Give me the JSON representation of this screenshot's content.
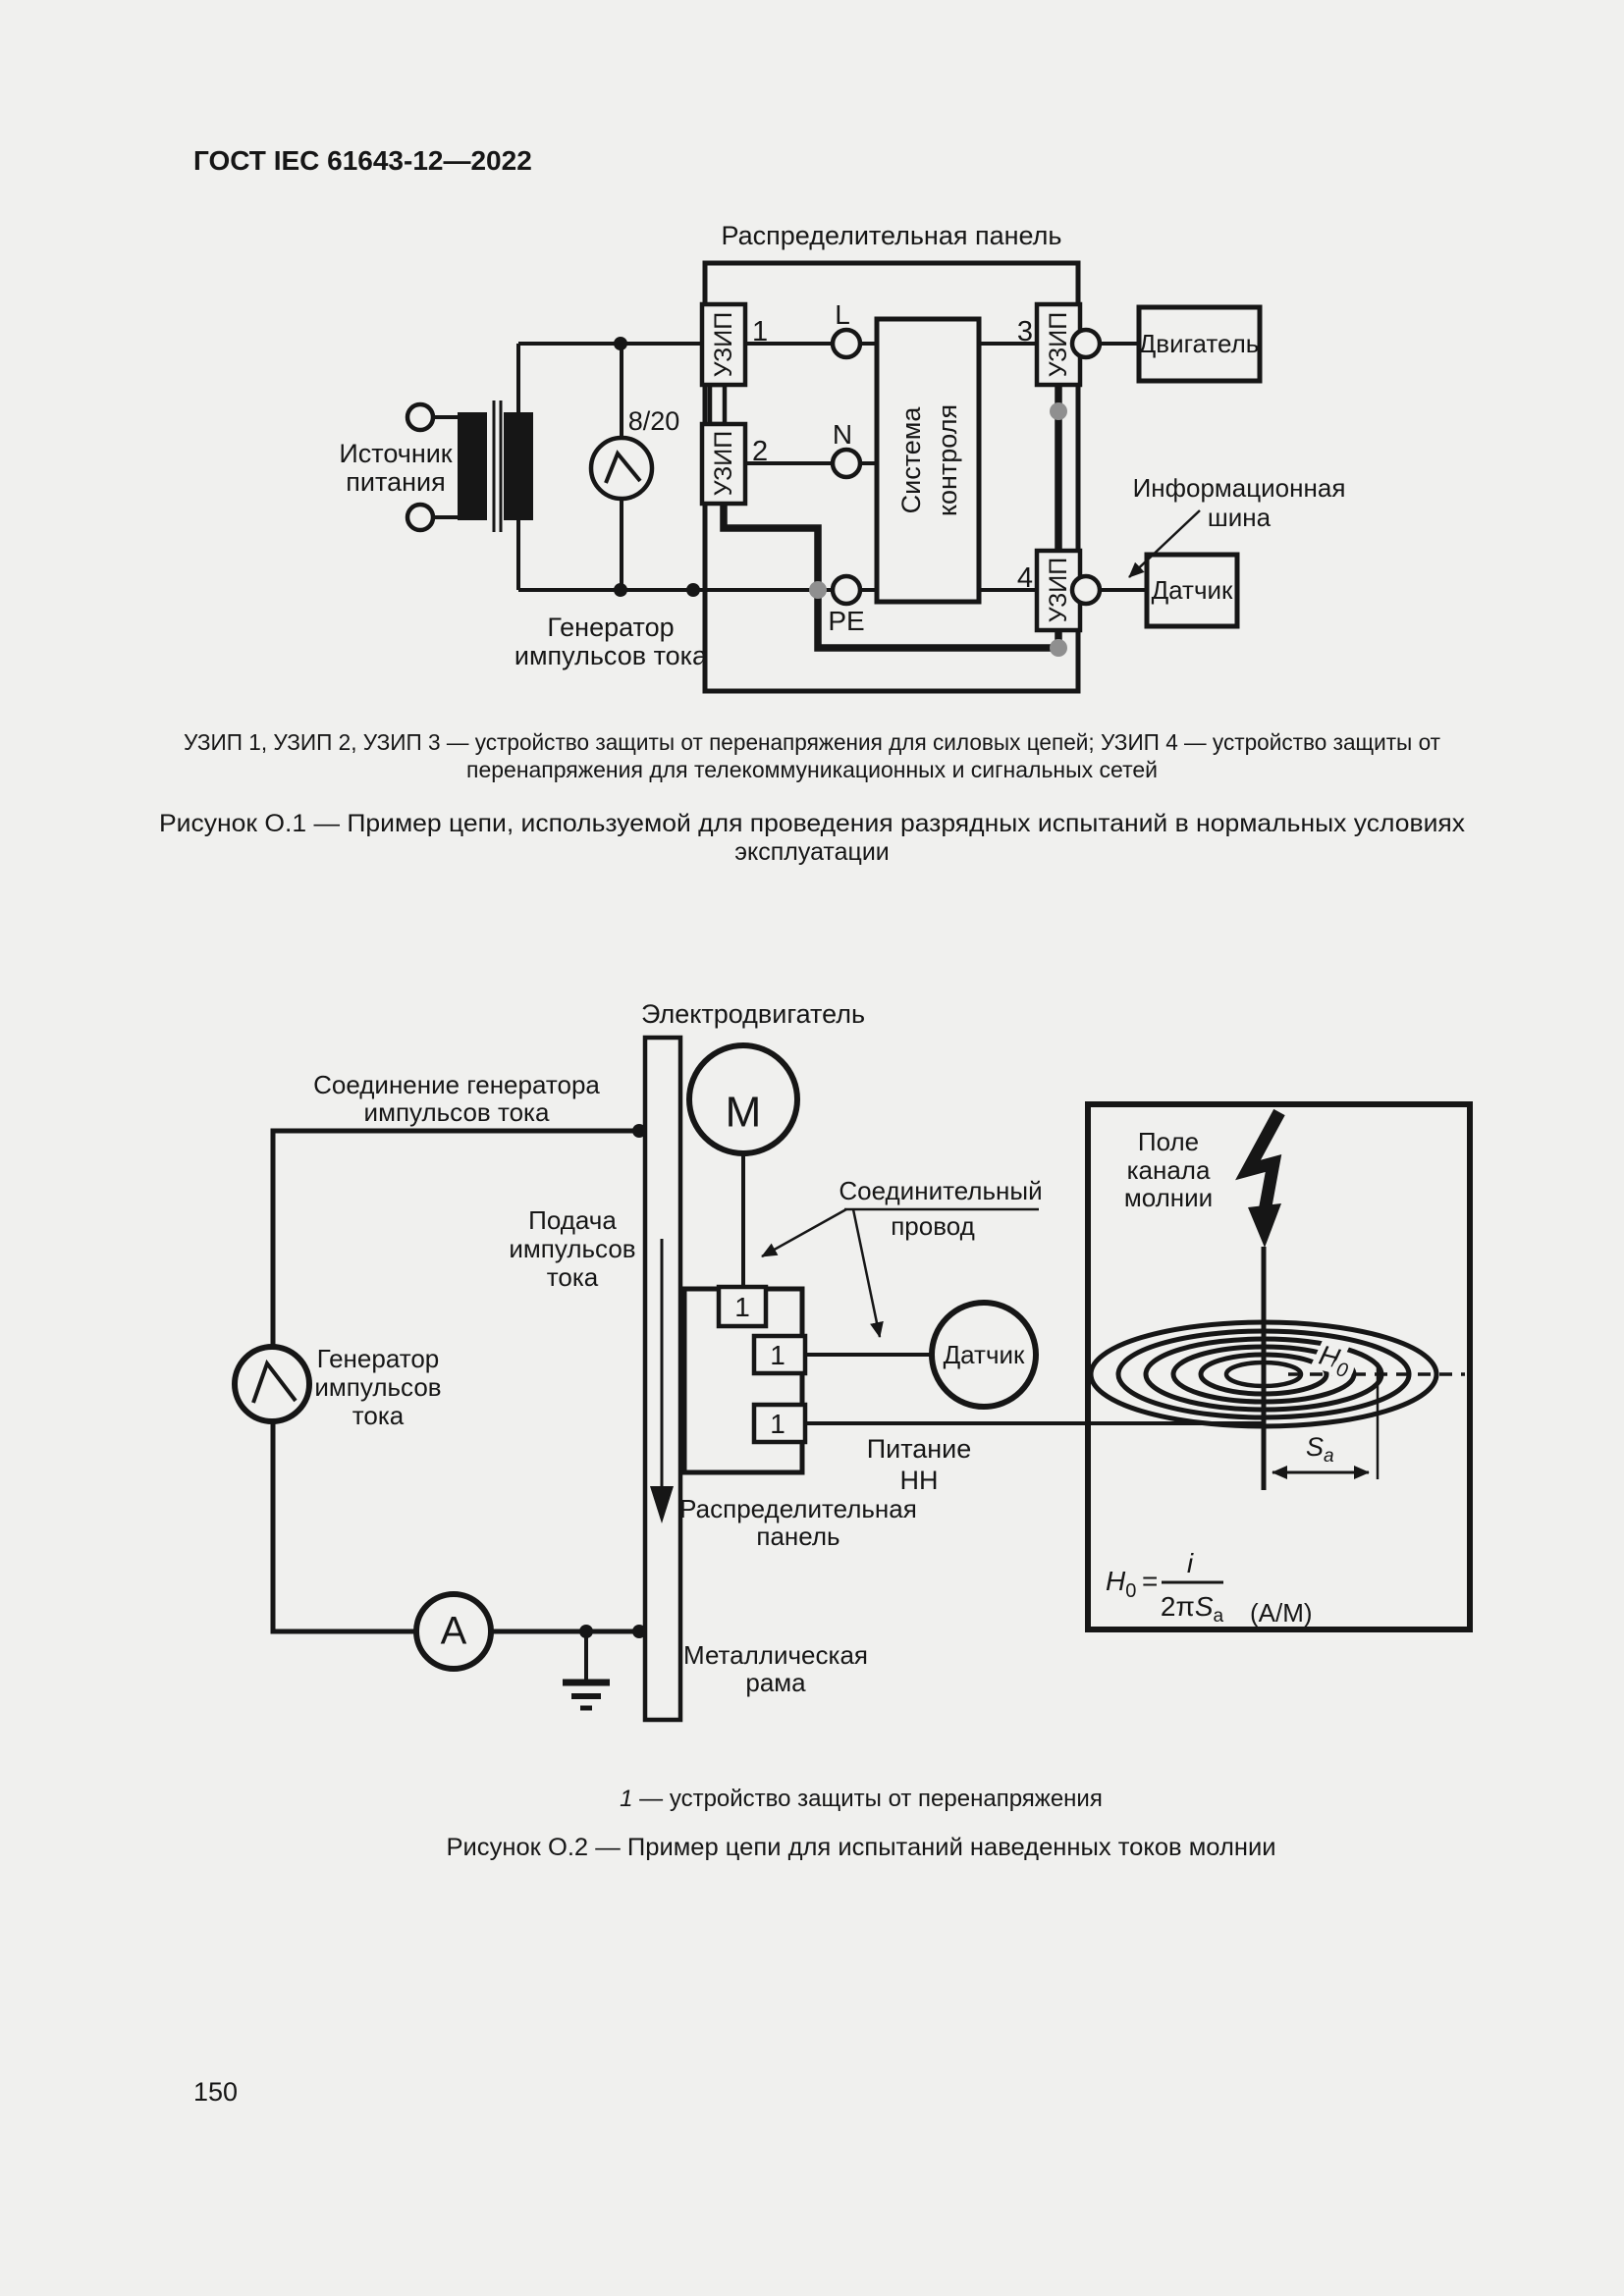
{
  "page": {
    "header": "ГОСТ IEC 61643-12—2022",
    "page_number": "150"
  },
  "fig1": {
    "panel_label": "Распределительная панель",
    "spd_text": "УЗИП",
    "spd1": "1",
    "spd2": "2",
    "spd3": "3",
    "spd4": "4",
    "line_l": "L",
    "line_n": "N",
    "line_pe": "PE",
    "control_system": {
      "line1": "Система",
      "line2": "контроля"
    },
    "power_source": {
      "line1": "Источник",
      "line2": "питания"
    },
    "impulse_waveform": "8/20",
    "generator": {
      "line1": "Генератор",
      "line2": "импульсов тока"
    },
    "motor_label": "Двигатель",
    "sensor_label": "Датчик",
    "info_bus": {
      "line1": "Информационная",
      "line2": "шина"
    },
    "legend": {
      "line1": "УЗИП 1, УЗИП 2, УЗИП 3 — устройство защиты от перенапряжения для силовых цепей; УЗИП 4 — устройство защиты от",
      "line2": "перенапряжения для телекоммуникационных и сигнальных сетей"
    },
    "caption": {
      "line1": "Рисунок О.1 — Пример цепи, используемой для проведения разрядных испытаний в нормальных условиях",
      "line2": "эксплуатации"
    }
  },
  "fig2": {
    "motor_label": "Электродвигатель",
    "motor_symbol": "М",
    "generator_connection": {
      "line1": "Соединение генератора",
      "line2": "импульсов тока"
    },
    "impulse_feed": {
      "line1": "Подача",
      "line2": "импульсов",
      "line3": "тока"
    },
    "generator": {
      "line1": "Генератор",
      "line2": "импульсов",
      "line3": "тока"
    },
    "connecting_wire": {
      "line1": "Соединительный",
      "line2": "провод"
    },
    "sensor_label": "Датчик",
    "spd_num": "1",
    "lv_supply": {
      "line1": "Питание",
      "line2": "НН"
    },
    "panel": {
      "line1": "Распределительная",
      "line2": "панель"
    },
    "frame": {
      "line1": "Металлическая",
      "line2": "рама"
    },
    "ammeter_symbol": "А",
    "field": {
      "line1": "Поле",
      "line2": "канала",
      "line3": "молнии"
    },
    "h0": {
      "base": "H",
      "sub": "0"
    },
    "sa": {
      "base": "S",
      "sub": "a"
    },
    "formula": {
      "lhs_base": "H",
      "lhs_sub": "0",
      "eq": "=",
      "num": "i",
      "den_pre": "2π",
      "den_base": "S",
      "den_sub": "a",
      "units": "(А/М)"
    },
    "legend": {
      "num": "1",
      "text": " — устройство защиты от перенапряжения"
    },
    "caption": "Рисунок О.2 — Пример цепи для испытаний наведенных токов молнии"
  }
}
